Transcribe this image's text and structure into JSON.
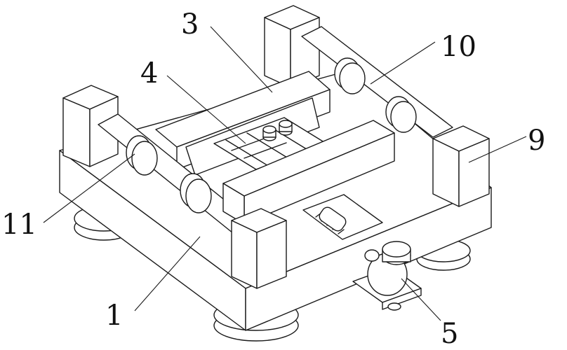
{
  "callouts": [
    {
      "id": "callout-1",
      "text": "1"
    },
    {
      "id": "callout-3",
      "text": "3"
    },
    {
      "id": "callout-4",
      "text": "4"
    },
    {
      "id": "callout-5",
      "text": "5"
    },
    {
      "id": "callout-9",
      "text": "9"
    },
    {
      "id": "callout-10",
      "text": "10"
    },
    {
      "id": "callout-11",
      "text": "11"
    }
  ],
  "colors": {
    "line": "#1a1a1a",
    "fill": "#ffffff",
    "background": "#ffffff"
  }
}
